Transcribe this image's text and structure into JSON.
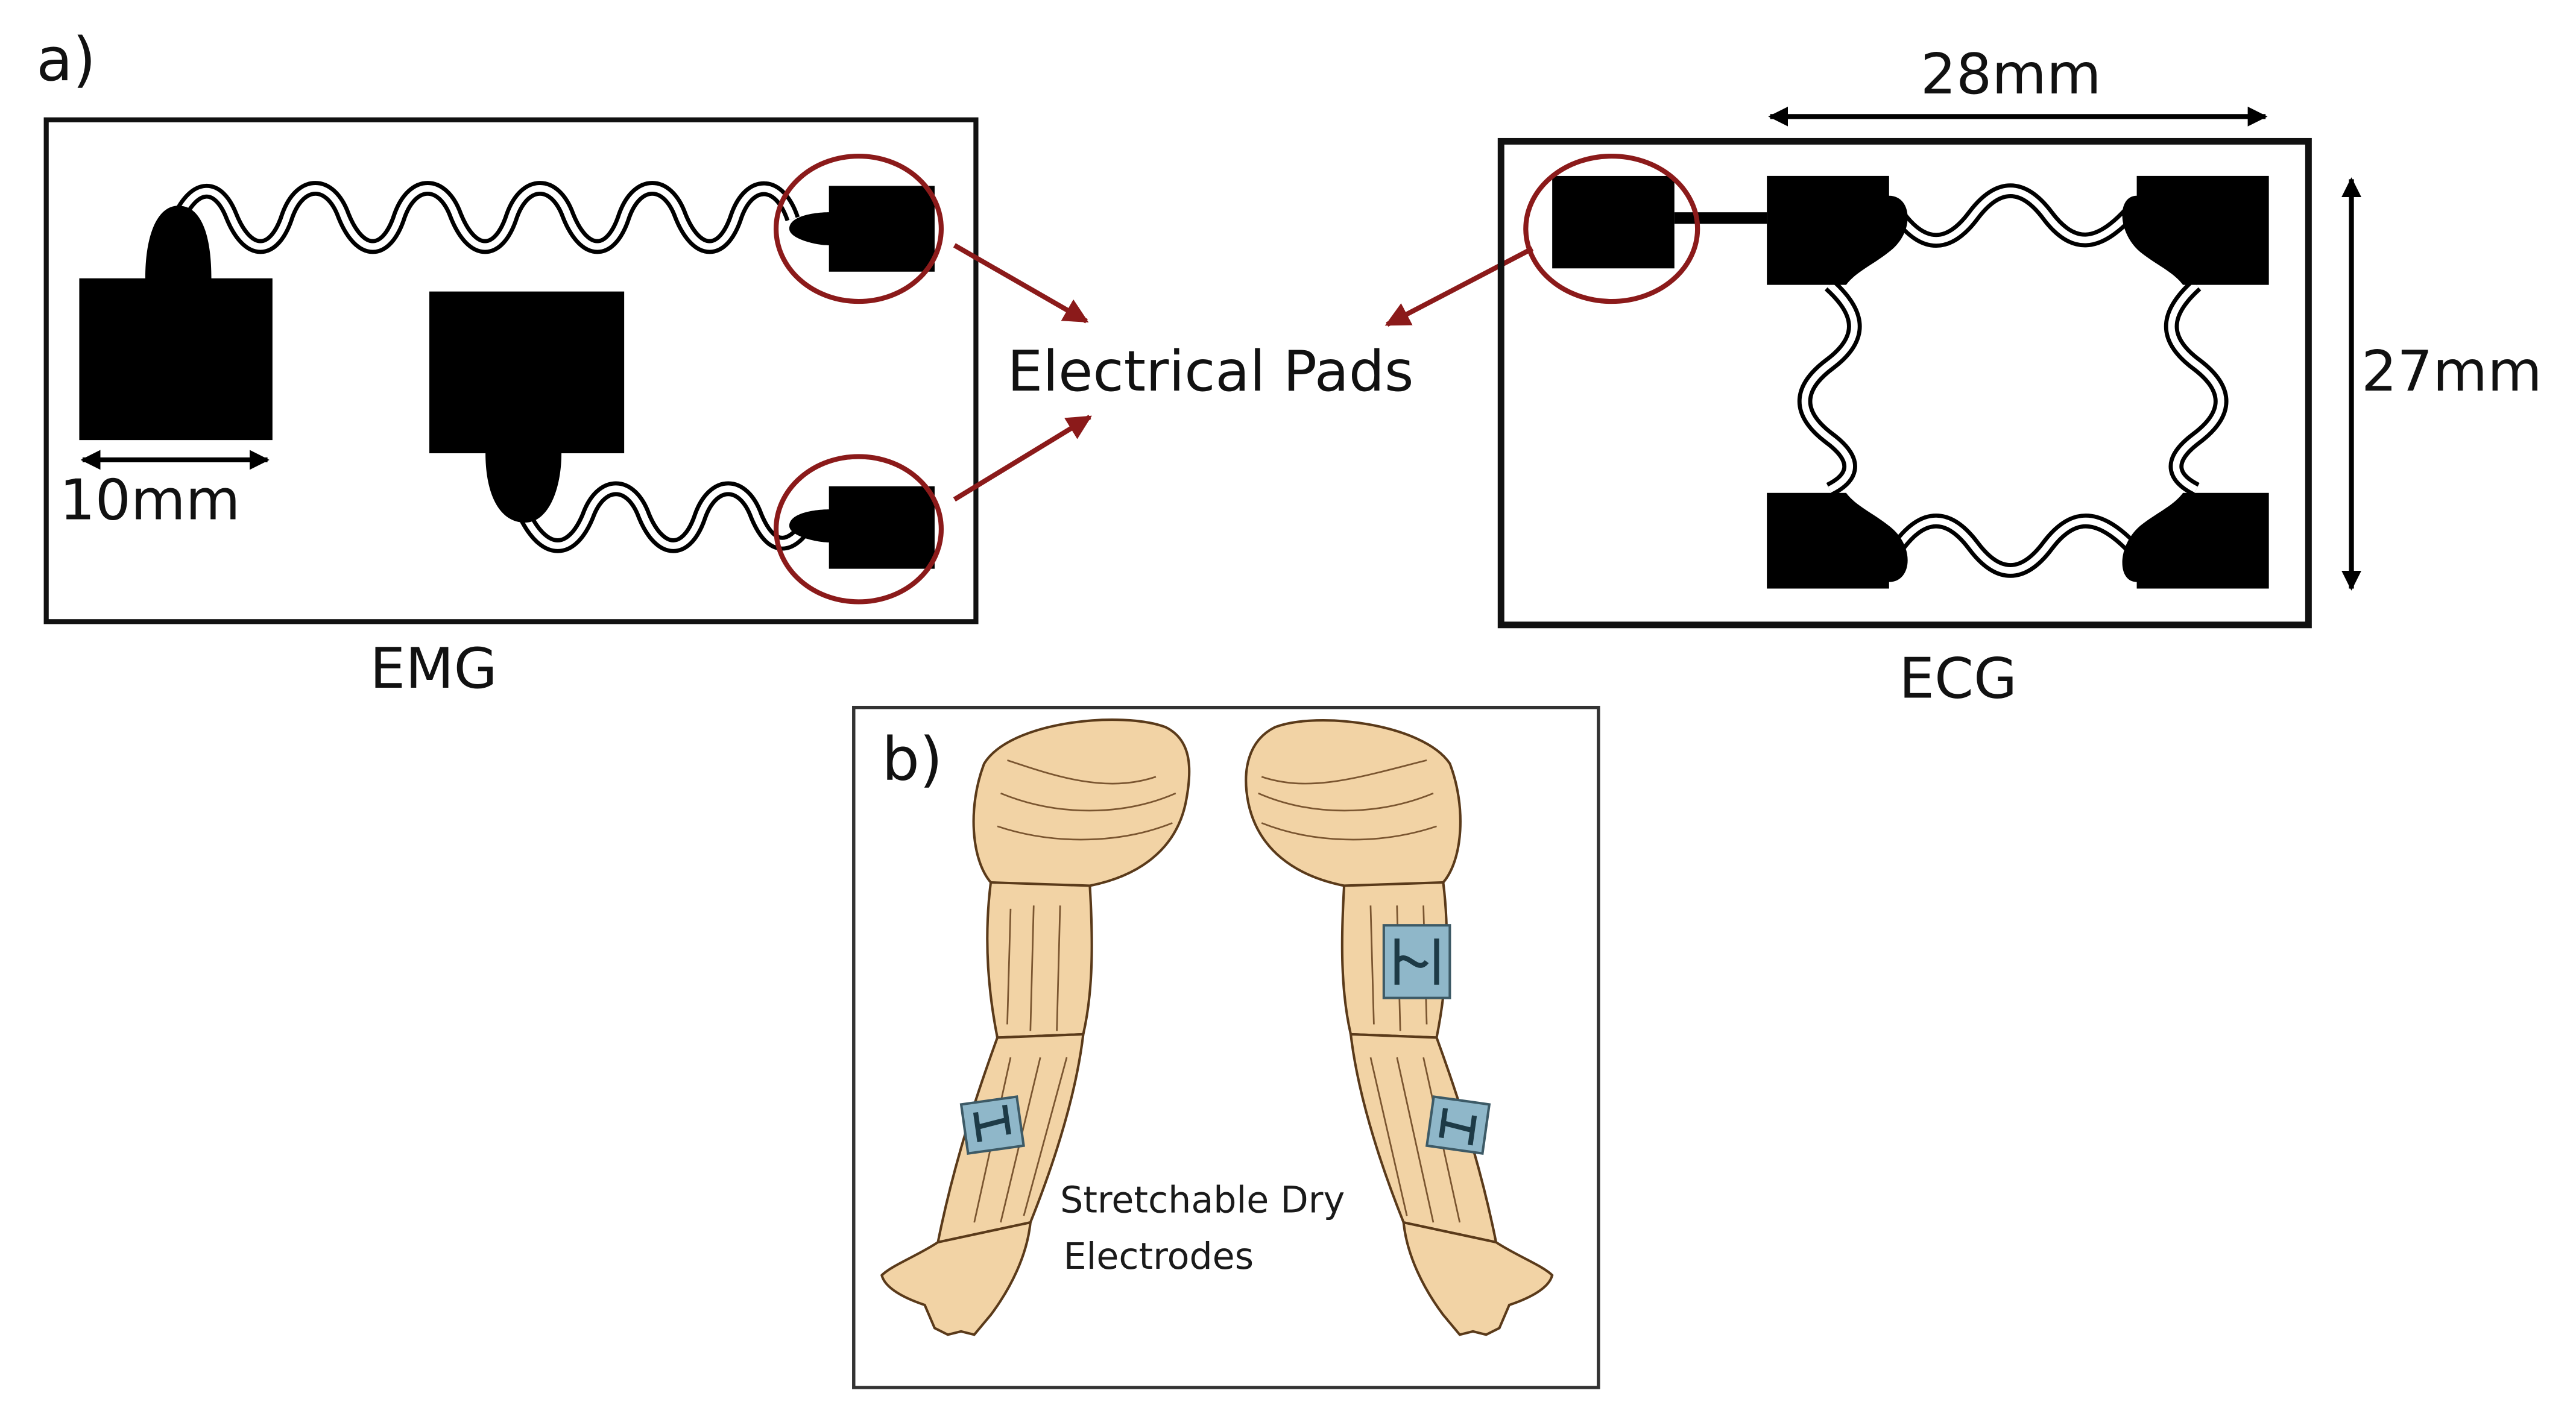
{
  "panel_a": {
    "label": "a)",
    "emg": {
      "caption": "EMG",
      "pad_dimension": "10mm"
    },
    "callout": "Electrical Pads",
    "ecg": {
      "caption": "ECG",
      "width_dimension": "28mm",
      "height_dimension": "27mm"
    }
  },
  "panel_b": {
    "label": "b)",
    "caption_line1": "Stretchable Dry",
    "caption_line2": "Electrodes"
  },
  "colors": {
    "pad_fill": "#000000",
    "callout_red": "#8b1a1a",
    "skin_fill": "#f2d3a5",
    "skin_stroke": "#5a3a1a",
    "electrode_fill": "#8fb7c9"
  }
}
